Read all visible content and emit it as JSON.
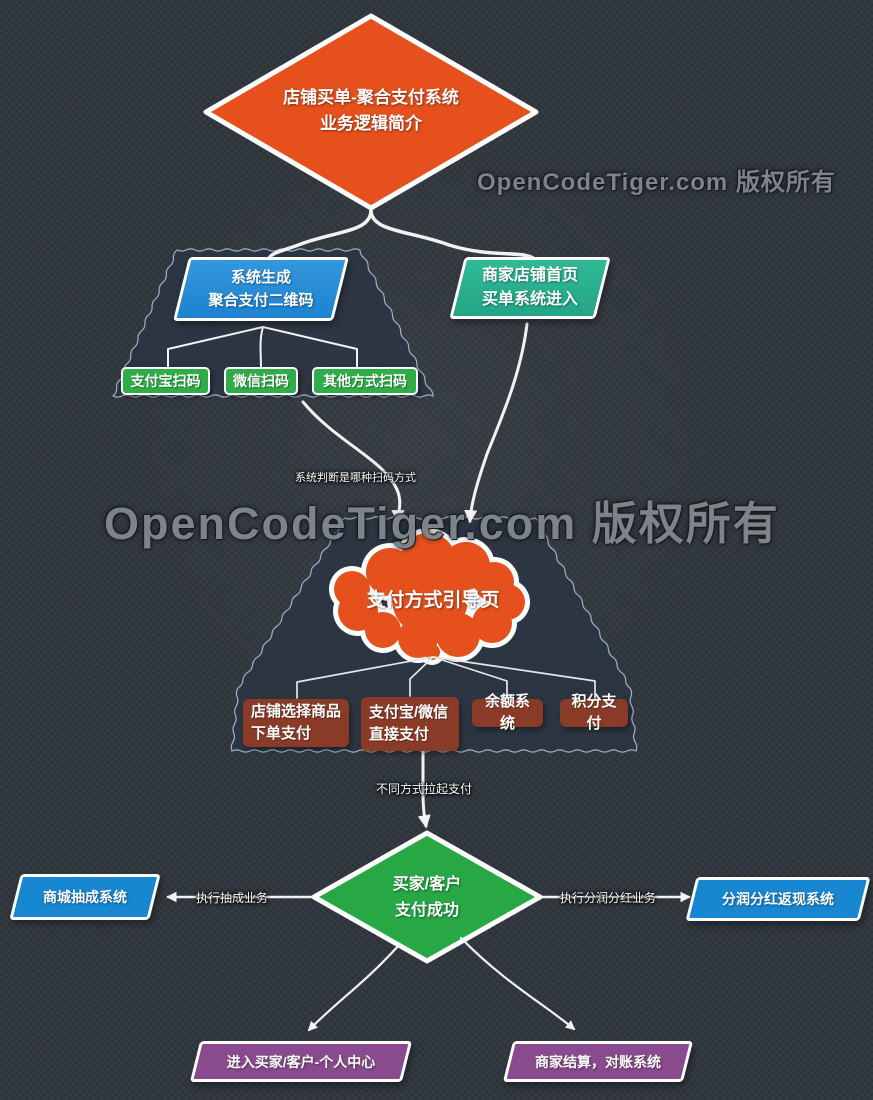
{
  "watermark": {
    "text": "OpenCodeTiger.com  版权所有"
  },
  "flowchart": {
    "title_diamond": {
      "line1": "店铺买单-聚合支付系统",
      "line2": "业务逻辑简介"
    },
    "qr_generate": {
      "line1": "系统生成",
      "line2": "聚合支付二维码"
    },
    "merchant_entry": {
      "line1": "商家店铺首页",
      "line2": "买单系统进入"
    },
    "scan_methods": [
      {
        "label": "支付宝扫码"
      },
      {
        "label": "微信扫码"
      },
      {
        "label": "其他方式扫码"
      }
    ],
    "guide_cloud": {
      "label": "支付方式引导页"
    },
    "pay_methods": [
      {
        "line1": "店铺选择商品",
        "line2": "下单支付"
      },
      {
        "line1": "支付宝/微信",
        "line2": "直接支付"
      },
      {
        "label": "余额系统"
      },
      {
        "label": "积分支付"
      }
    ],
    "success_diamond": {
      "line1": "买家/客户",
      "line2": "支付成功"
    },
    "commission_system": {
      "label": "商城抽成系统"
    },
    "profit_system": {
      "label": "分润分红返现系统"
    },
    "user_center": {
      "label": "进入买家/客户-个人中心"
    },
    "settlement": {
      "label": "商家结算，对账系统"
    },
    "edge_labels": {
      "scan_judge": "系统判断是哪种扫码方式",
      "launch_pay": "不同方式拉起支付",
      "commission": "执行抽成业务",
      "profit": "执行分润分红业务"
    }
  },
  "colors": {
    "background": "#343a41",
    "orange": "#e5501d",
    "blue": "#2a8dd6",
    "teal": "#2bb392",
    "green_chip": "#2ead48",
    "brown": "#8a3b27",
    "green": "#27a845",
    "bottom_blue": "#1787d2",
    "purple": "#8a4b8e",
    "container_fill": "#2b3542",
    "container_border": "#9db3c6",
    "line": "#f2f2f2",
    "watermark_gray": "#7d838a"
  }
}
